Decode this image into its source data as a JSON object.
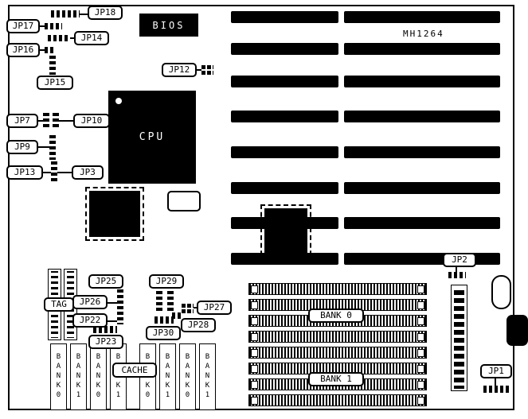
{
  "board": {
    "model": "MH1264",
    "bios": "BIOS",
    "cpu": "CPU",
    "cache": "CACHE",
    "tag": "TAG",
    "bank0": "BANK 0",
    "bank1": "BANK 1"
  },
  "jumpers": {
    "jp1": "JP1",
    "jp2": "JP2",
    "jp3": "JP3",
    "jp7": "JP7",
    "jp9": "JP9",
    "jp10": "JP10",
    "jp12": "JP12",
    "jp13": "JP13",
    "jp14": "JP14",
    "jp15": "JP15",
    "jp16": "JP16",
    "jp17": "JP17",
    "jp18": "JP18",
    "jp22": "JP22",
    "jp23": "JP23",
    "jp25": "JP25",
    "jp26": "JP26",
    "jp27": "JP27",
    "jp28": "JP28",
    "jp29": "JP29",
    "jp30": "JP30"
  },
  "memory_chips": [
    "BANK0",
    "BANK1",
    "BANK0",
    "BANK1",
    "BANK0",
    "BANK1",
    "BANK0",
    "BANK1"
  ]
}
